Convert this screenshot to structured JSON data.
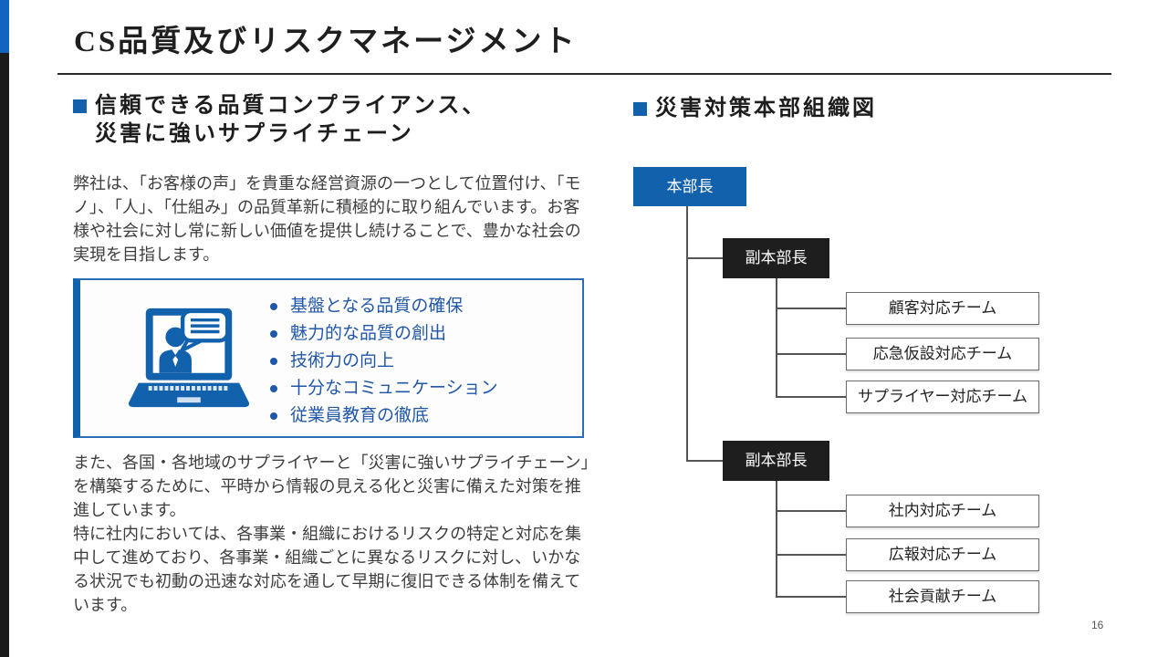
{
  "slide": {
    "title": "CS品質及びリスクマネージメント",
    "page_number": "16",
    "colors": {
      "accent_blue": "#1261ad",
      "sidebar_blue": "#1563c0",
      "sidebar_black": "#1b1b1b",
      "deputy_box_black": "#1e1e1e",
      "list_text_blue": "#2057a8"
    }
  },
  "left_column": {
    "heading_line1": "信頼できる品質コンプライアンス、",
    "heading_line2": "災害に強いサプライチェーン",
    "paragraph1": "弊社は、「お客様の声」を貴重な経営資源の一つとして位置付け、「モノ」、「人」、「仕組み」の品質革新に積極的に取り組んでいます。お客様や社会に対し常に新しい価値を提供し続けることで、豊かな社会の実現を目指します。",
    "info_box": {
      "icon": "laptop-communication-icon",
      "quality_points": [
        "基盤となる品質の確保",
        "魅力的な品質の創出",
        "技術力の向上",
        "十分なコミュニケーション",
        "従業員教育の徹底"
      ]
    },
    "paragraph2": "また、各国・各地域のサプライヤーと「災害に強いサプライチェーン」を構築するために、平時から情報の見える化と災害に備えた対策を推進しています。",
    "paragraph3": "特に社内においては、各事業・組織におけるリスクの特定と対応を集中して進めており、各事業・組織ごとに異なるリスクに対し、いかなる状況でも初動の迅速な対応を通して早期に復旧できる体制を備えています。"
  },
  "right_column": {
    "heading": "災害対策本部組織図",
    "org_chart": {
      "head": "本部長",
      "deputy1": "副本部長",
      "deputy1_teams": [
        "顧客対応チーム",
        "応急仮設対応チーム",
        "サプライヤー対応チーム"
      ],
      "deputy2": "副本部長",
      "deputy2_teams": [
        "社内対応チーム",
        "広報対応チーム",
        "社会貢献チーム"
      ]
    }
  }
}
